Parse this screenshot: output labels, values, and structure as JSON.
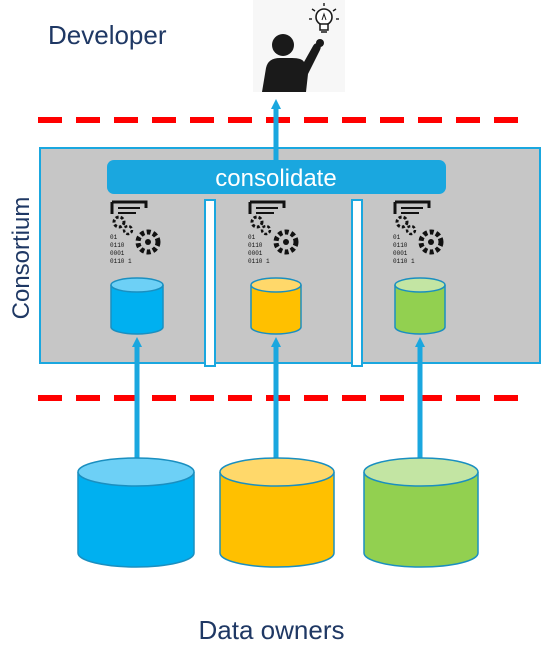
{
  "labels": {
    "developer": "Developer",
    "consortium": "Consortium",
    "consolidate": "consolidate",
    "data_owners": "Data owners",
    "code_lines": [
      "01",
      "0110",
      "0001",
      "0110 1"
    ]
  },
  "colors": {
    "boundary_dash": "#ff0000",
    "consortium_bg": "#c6c6c6",
    "consortium_border": "#1aa7df",
    "arrow": "#1aa7df",
    "consolidate_bar": "#1aa7df",
    "db_blue": "#00b0f0",
    "db_blue_top": "#6dd0f6",
    "db_yellow": "#ffc000",
    "db_yellow_top": "#ffd86a",
    "db_green": "#92d050",
    "db_green_top": "#c3e5a3",
    "person": "#1a1a1a"
  },
  "icons": [
    "person-with-idea-icon",
    "lightbulb-icon",
    "compute-gears-icon",
    "database-icon"
  ]
}
